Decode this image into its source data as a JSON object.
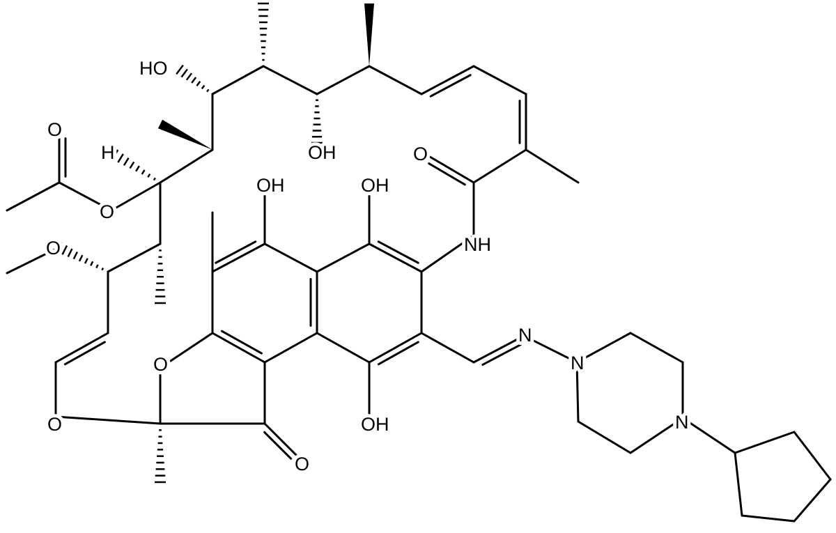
{
  "molecule": {
    "labels": {
      "ho_top": "HO",
      "oh_mid": "OH",
      "o_amide": "O",
      "h_stereo": "H",
      "o_acetyl_carbonyl": "O",
      "o_acetyl_ester": "O",
      "o_methoxy": "O",
      "oh_ring_left": "OH",
      "oh_ring_right": "OH",
      "nh": "NH",
      "o_furan": "O",
      "o_vinyl_ether": "O",
      "o_ketone": "O",
      "oh_bottom": "OH",
      "n_imine": "N",
      "n_piperazine_1": "N",
      "n_piperazine_2": "N"
    }
  }
}
